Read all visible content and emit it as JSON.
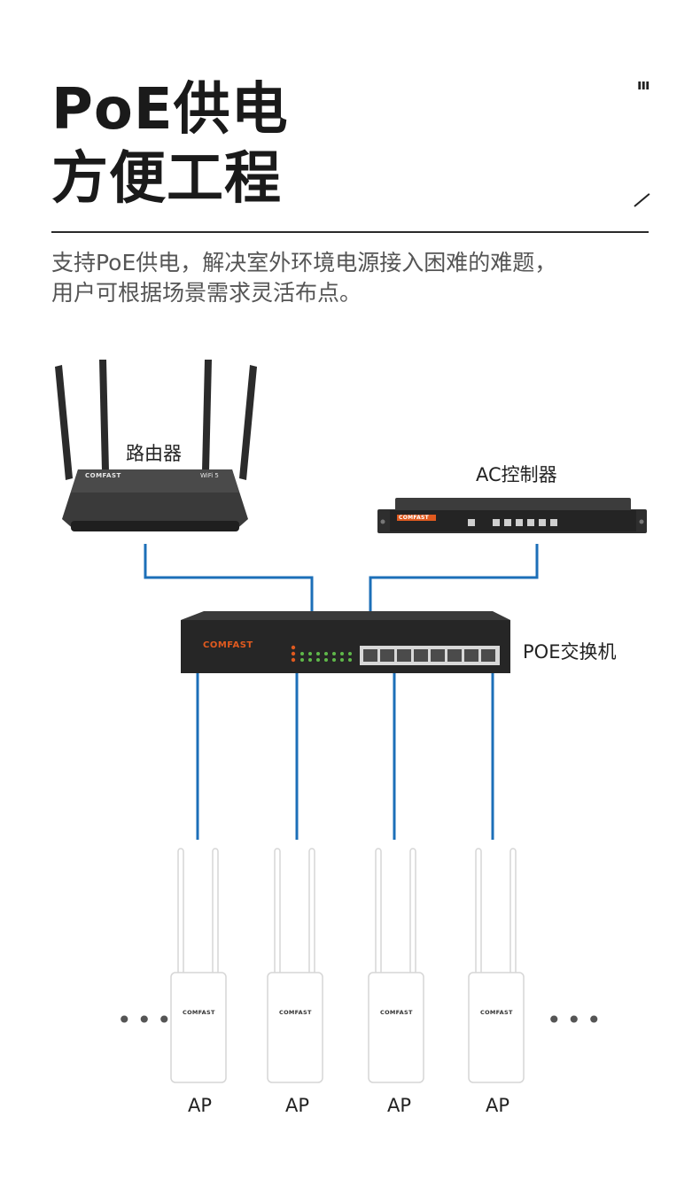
{
  "header": {
    "title_line1": "PoE供电",
    "title_line2": "方便工程",
    "deco_mark": "”"
  },
  "subtitle": {
    "line1": "支持PoE供电，解决室外环境电源接入困难的难题，",
    "line2": "用户可根据场景需求灵活布点。"
  },
  "diagram": {
    "router_label": "路由器",
    "ac_label": "AC控制器",
    "switch_label": "POE交换机",
    "brand": "COMFAST",
    "router_badge": "WiFi 5",
    "ap_labels": [
      "AP",
      "AP",
      "AP",
      "AP"
    ],
    "ellipsis_left": "•••",
    "ellipsis_right": "•••",
    "link_color": "#1c6fb8"
  }
}
